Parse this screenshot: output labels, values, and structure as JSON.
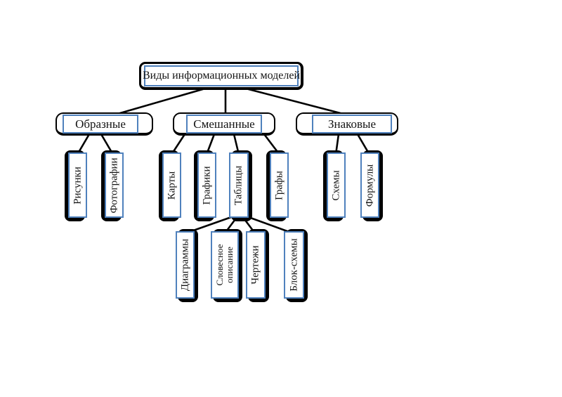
{
  "page": {
    "background": "#ffffff"
  },
  "colors": {
    "node_border_accent": "#4f81bd",
    "outline_black": "#000000",
    "text": "#141414"
  },
  "diagram": {
    "root": {
      "label": "Виды информационных моделей"
    },
    "branches": [
      {
        "label": "Образные",
        "children": [
          {
            "label": "Рисунки"
          },
          {
            "label": "Фотографии"
          }
        ]
      },
      {
        "label": "Смешанные",
        "children": [
          {
            "label": "Карты"
          },
          {
            "label": "Графики"
          },
          {
            "label": "Таблицы",
            "children": [
              {
                "label": "Диаграммы"
              },
              {
                "label": "Словесное описание"
              },
              {
                "label": "Чертежи"
              },
              {
                "label": "Блок-схемы"
              }
            ]
          },
          {
            "label": "Графы"
          }
        ]
      },
      {
        "label": "Знаковые",
        "children": [
          {
            "label": "Схемы"
          },
          {
            "label": "Формулы"
          }
        ]
      }
    ]
  }
}
